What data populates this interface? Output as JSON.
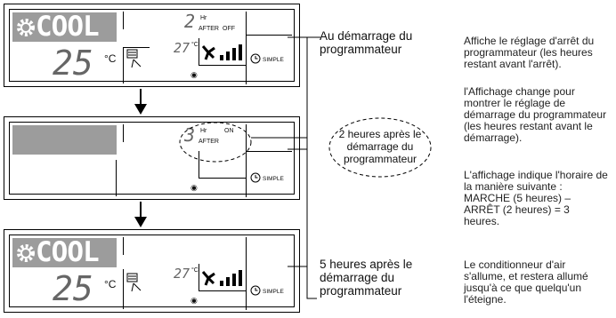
{
  "panel1": {
    "mode_label": "COOL",
    "set_temp": "25",
    "temp_unit": "°C",
    "room_temp": "27",
    "room_unit": "°C",
    "timer_value": "2",
    "timer_unit": "Hr",
    "timer_after": "AFTER",
    "timer_state": "OFF",
    "simple_label": "SIMPLE"
  },
  "panel2": {
    "timer_value": "3",
    "timer_unit": "Hr",
    "timer_after": "AFTER",
    "timer_state": "ON",
    "simple_label": "SIMPLE"
  },
  "panel3": {
    "mode_label": "COOL",
    "set_temp": "25",
    "temp_unit": "°C",
    "room_temp": "27",
    "room_unit": "°C",
    "simple_label": "SIMPLE"
  },
  "bubble_text": "2 heures après le démarrage du programmateur",
  "phases": {
    "start": "Au démarrage du programmateur",
    "five_hours": "5 heures après le démarrage du programmateur"
  },
  "descriptions": {
    "d1": "Affiche le réglage d'arrêt du programmateur (les heures restant avant l'arrêt).",
    "d2": "l'Affichage change pour montrer le réglage de démarrage du programmateur (les heures restant avant le démarrage).",
    "d3": "L'affichage indique l'horaire de la manière suivante : MARCHE (5 heures) – ARRÊT (2 heures) = 3 heures.",
    "d4": "Le conditionneur d'air s'allume, et restera allumé jusqu'à ce que quelqu'un l'éteigne."
  }
}
